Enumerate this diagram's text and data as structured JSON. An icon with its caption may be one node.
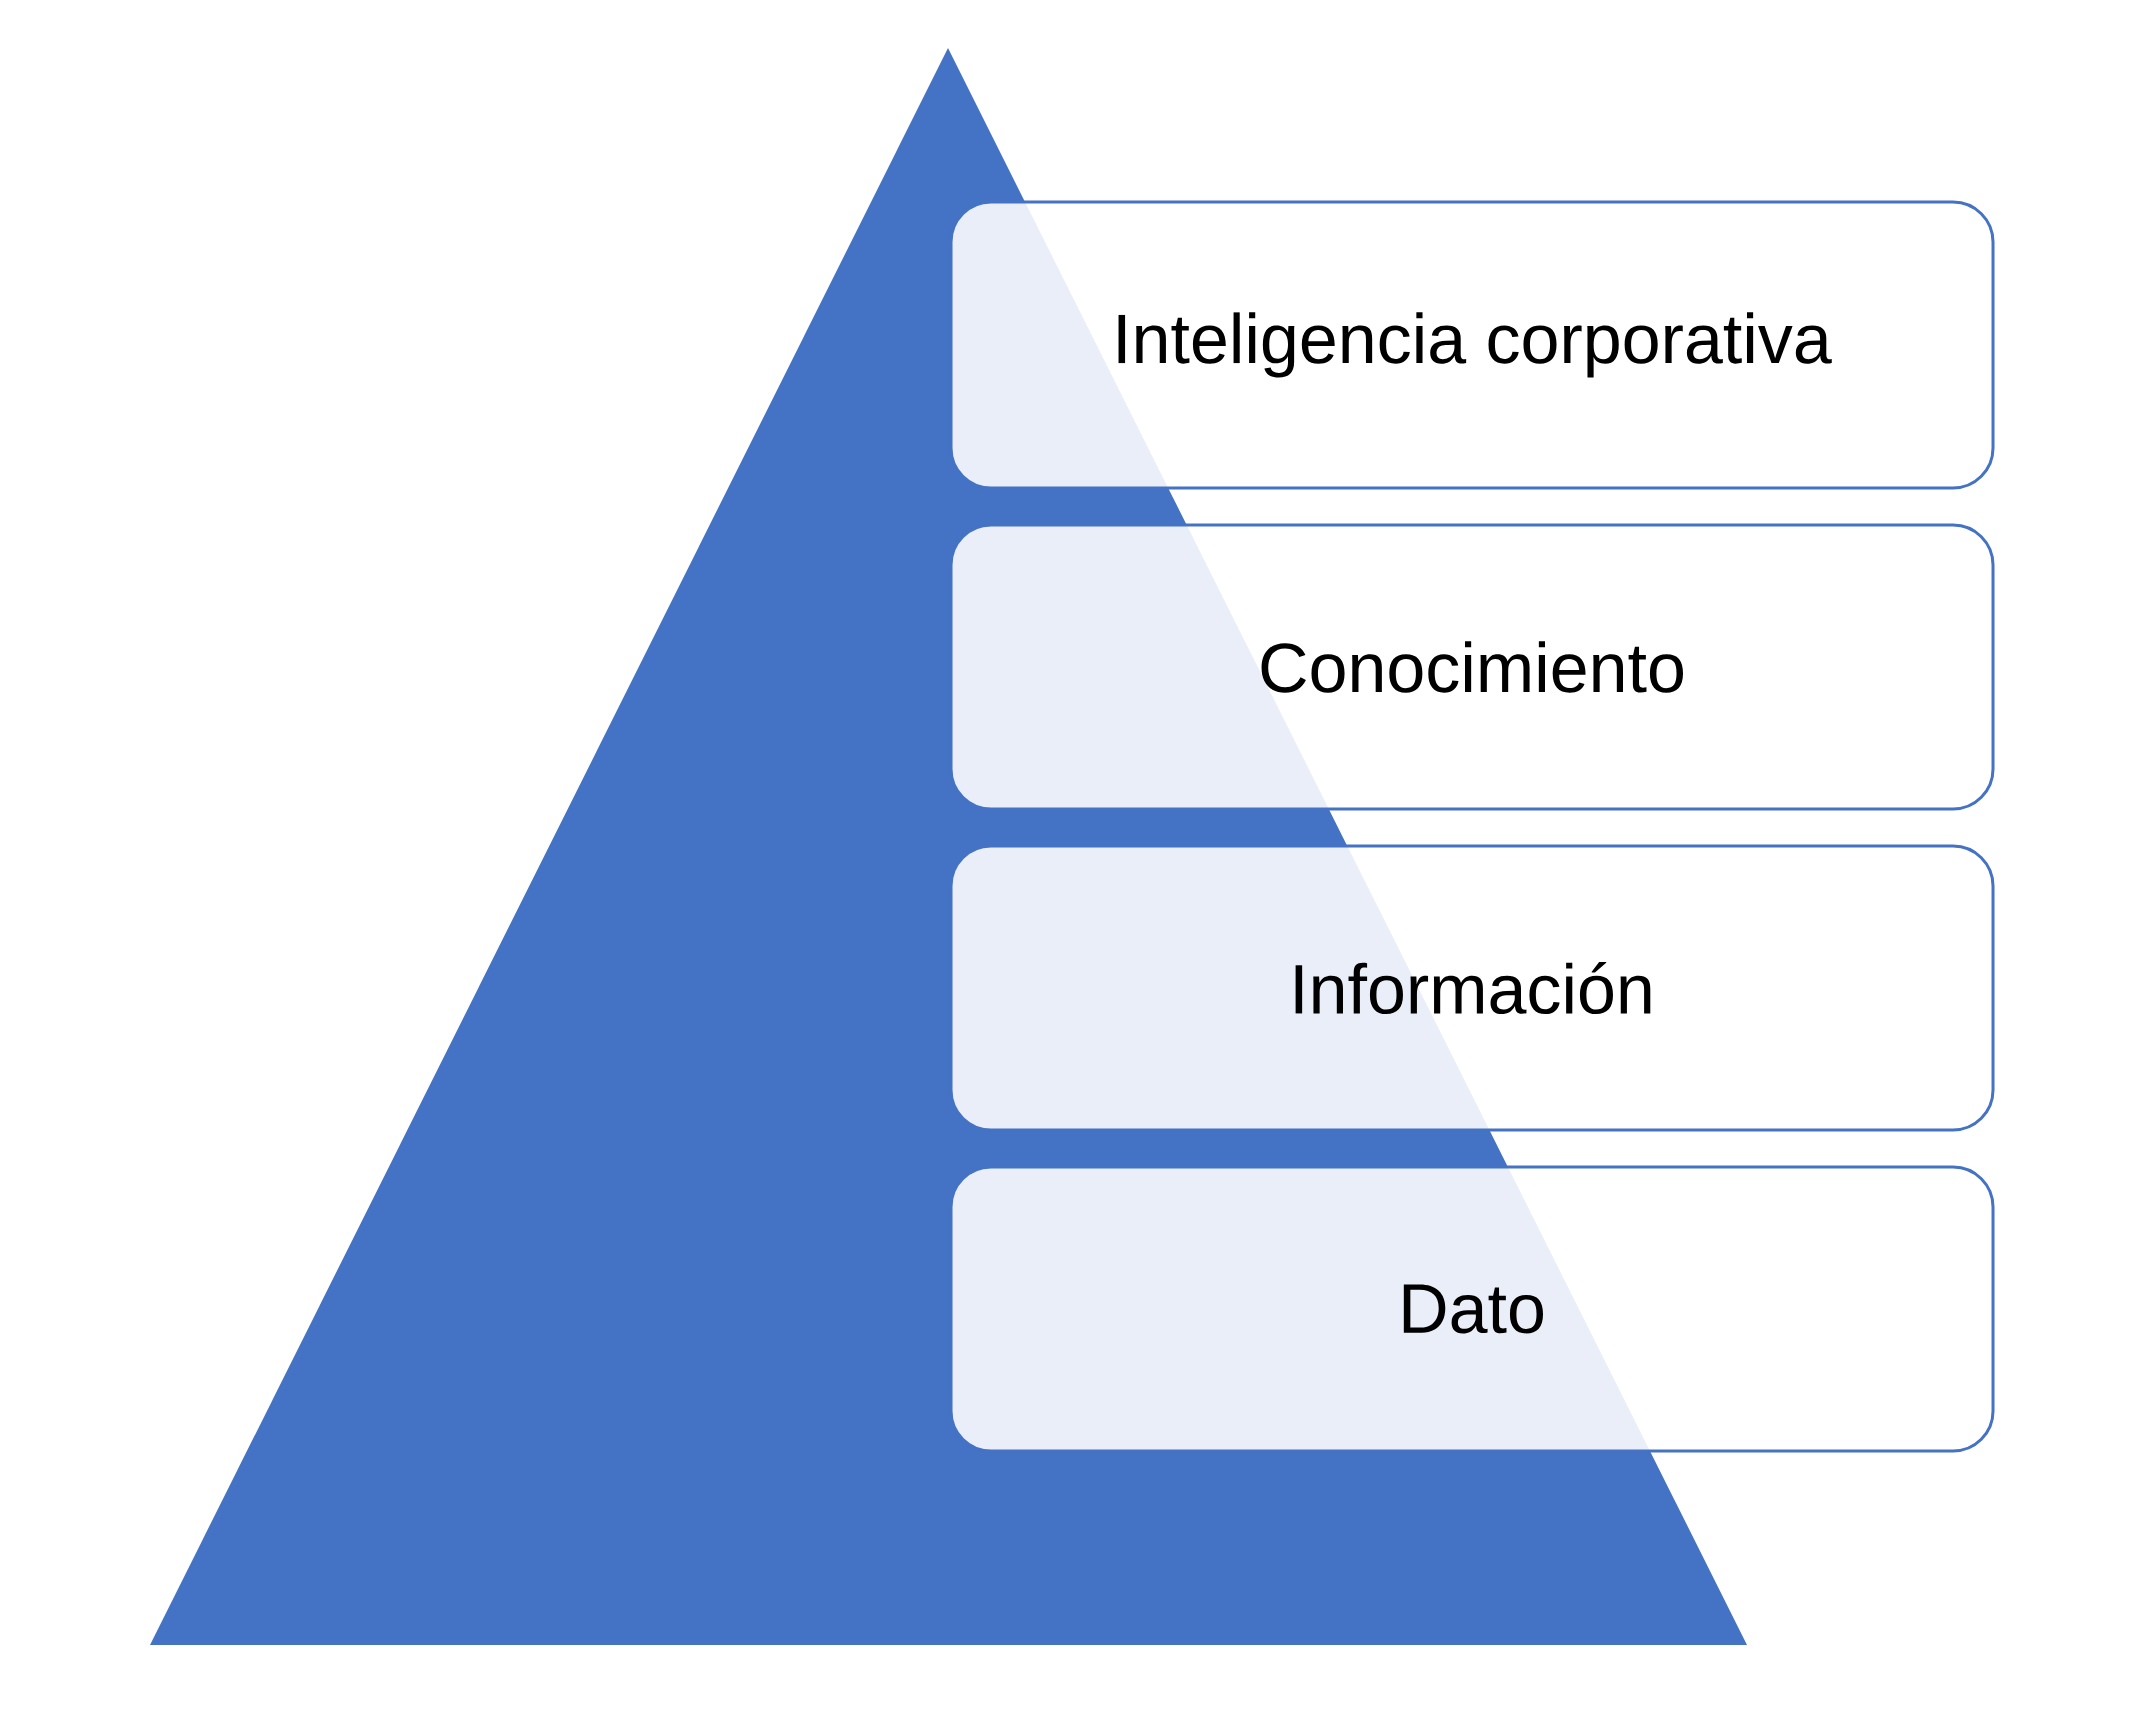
{
  "diagram": {
    "nodes": [
      {
        "text": [
          "Inteligencia corporativa"
        ]
      },
      {
        "text": [
          "Conocimiento"
        ]
      },
      {
        "text": [
          "Información"
        ]
      },
      {
        "text": [
          "Dato"
        ]
      }
    ]
  }
}
